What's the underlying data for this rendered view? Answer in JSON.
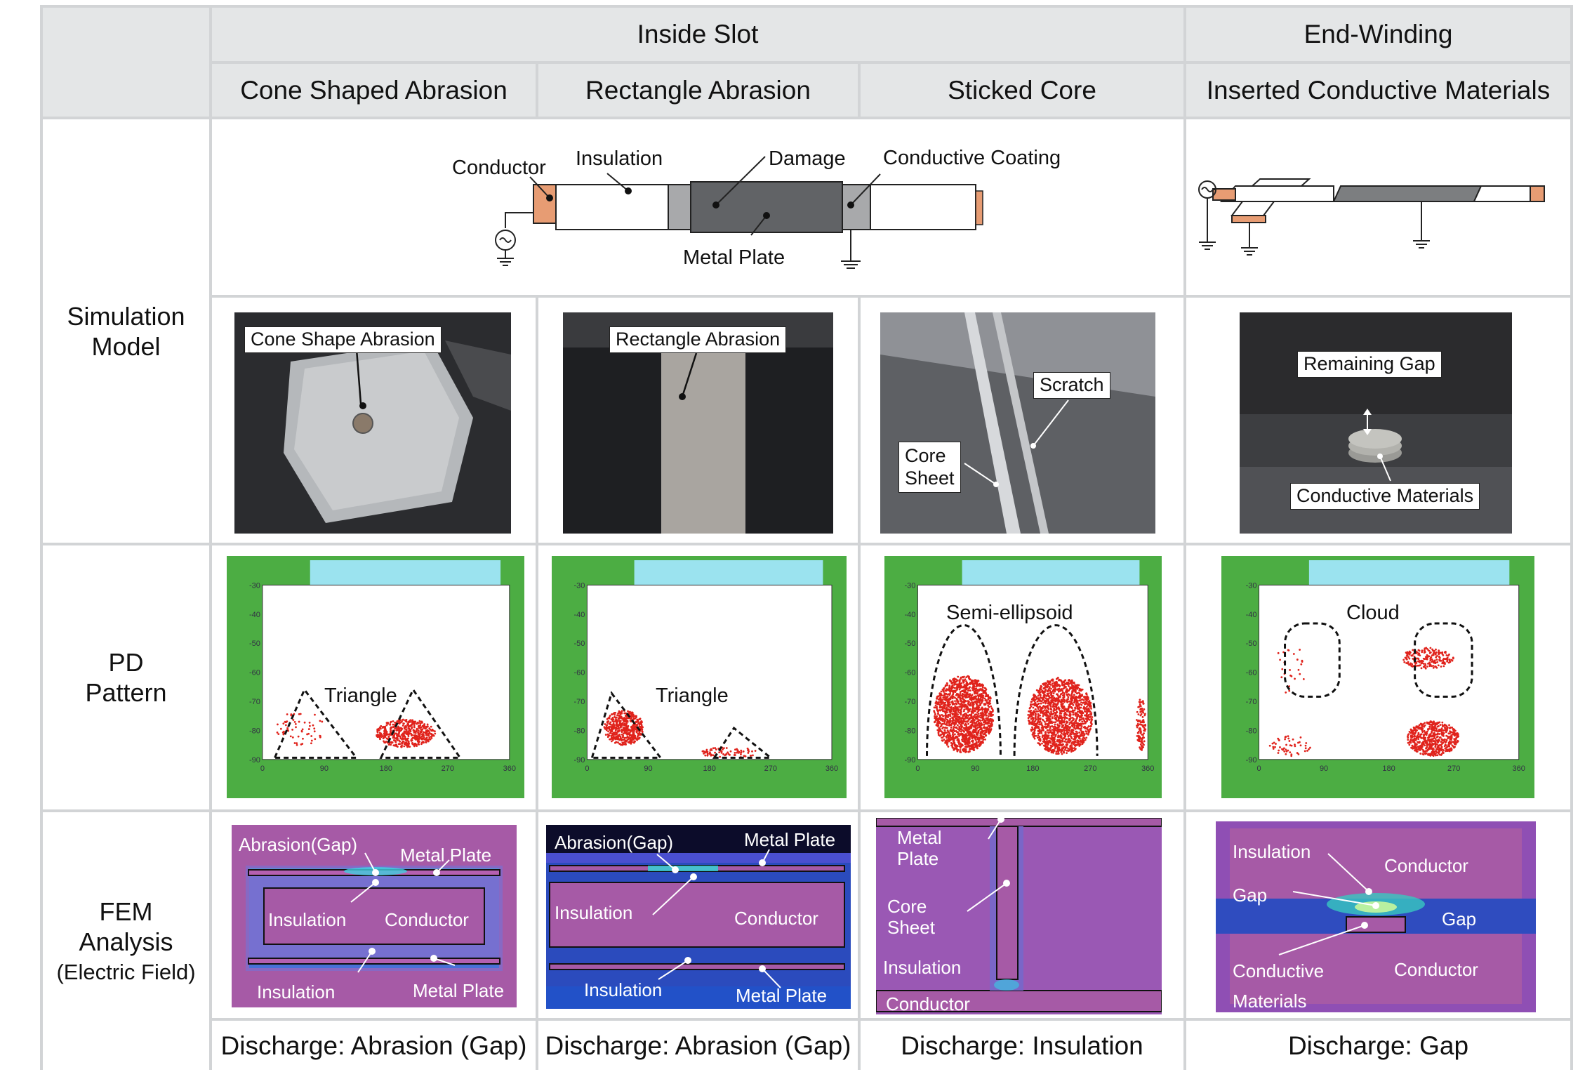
{
  "headers": {
    "inside_slot": "Inside Slot",
    "end_winding": "End-Winding",
    "columns": [
      "Cone Shaped Abrasion",
      "Rectangle Abrasion",
      "Sticked Core",
      "Inserted Conductive Materials"
    ]
  },
  "rows": {
    "simulation_model": [
      "Simulation",
      "Model"
    ],
    "pd_pattern": [
      "PD",
      "Pattern"
    ],
    "fem": [
      "FEM",
      "Analysis",
      "(Electric Field)"
    ]
  },
  "model_diagram": {
    "conductor": "Conductor",
    "insulation": "Insulation",
    "damage": "Damage",
    "conductive_coating": "Conductive Coating",
    "metal_plate": "Metal Plate"
  },
  "photos": {
    "cone": "Cone Shape Abrasion",
    "rect": "Rectangle Abrasion",
    "scratch": "Scratch",
    "core_sheet": [
      "Core",
      "Sheet"
    ],
    "remaining_gap": "Remaining Gap",
    "conductive_materials": "Conductive Materials"
  },
  "pd": {
    "triangle": "Triangle",
    "semi_ellipsoid": "Semi-ellipsoid",
    "cloud": "Cloud",
    "x_ticks": [
      "0",
      "90",
      "180",
      "270",
      "360"
    ],
    "y_ticks": [
      "-30",
      "-40",
      "-50",
      "-60",
      "-70",
      "-80",
      "-90"
    ]
  },
  "fem": {
    "c1": {
      "abrasion": "Abrasion(Gap)",
      "metal_plate_top": "Metal Plate",
      "insulation_mid": "Insulation",
      "conductor": "Conductor",
      "insulation_bot": "Insulation",
      "metal_plate_bot": "Metal Plate"
    },
    "c2": {
      "abrasion": "Abrasion(Gap)",
      "metal_plate_top": "Metal Plate",
      "insulation_mid": "Insulation",
      "conductor": "Conductor",
      "insulation_bot": "Insulation",
      "metal_plate_bot": "Metal Plate"
    },
    "c3": {
      "metal_plate": [
        "Metal",
        "Plate"
      ],
      "core_sheet": [
        "Core",
        "Sheet"
      ],
      "insulation": "Insulation",
      "conductor": "Conductor"
    },
    "c4": {
      "insulation": "Insulation",
      "conductor_top": "Conductor",
      "gap_left": "Gap",
      "gap_right": "Gap",
      "conductive_materials": [
        "Conductive",
        "Materials"
      ],
      "conductor_bot": "Conductor"
    }
  },
  "discharge": [
    "Discharge: Abrasion (Gap)",
    "Discharge: Abrasion (Gap)",
    "Discharge: Insulation",
    "Discharge: Gap"
  ],
  "colors": {
    "header_bg": "#e4e6e7",
    "grid_line": "#d2d4d6",
    "pd_frame": "#4cad43",
    "fem_purple": "#a857a8",
    "fem_blue": "#3355c8",
    "red_dots": "#e0231c"
  }
}
